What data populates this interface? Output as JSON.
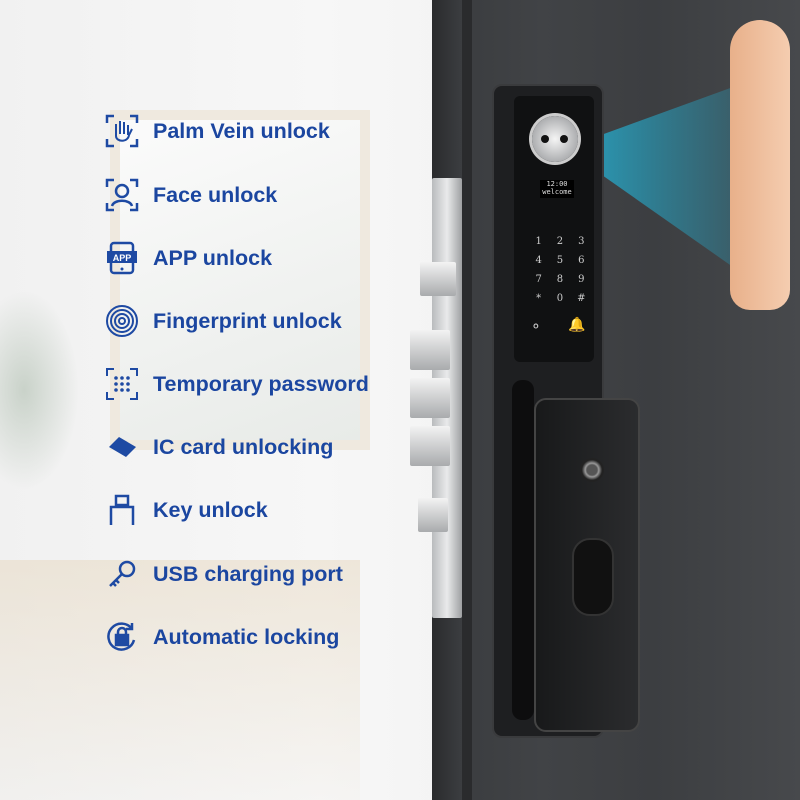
{
  "features": [
    {
      "label": "Palm Vein unlock",
      "icon": "palm-vein-icon"
    },
    {
      "label": "Face unlock",
      "icon": "face-scan-icon"
    },
    {
      "label": "APP unlock",
      "icon": "phone-app-icon",
      "icon_text": "APP"
    },
    {
      "label": "Fingerprint unlock",
      "icon": "fingerprint-icon"
    },
    {
      "label": "Temporary password",
      "icon": "keypad-grid-icon"
    },
    {
      "label": "IC card unlocking",
      "icon": "card-icon"
    },
    {
      "label": "Key unlock",
      "icon": "usb-connector-icon"
    },
    {
      "label": "USB charging port",
      "icon": "key-icon"
    },
    {
      "label": "Automatic locking",
      "icon": "auto-lock-icon"
    }
  ],
  "lock": {
    "time": "12:00",
    "welcome": "welcome",
    "keys": [
      "1",
      "2",
      "3",
      "4",
      "5",
      "6",
      "7",
      "8",
      "9",
      "*",
      "0",
      "#"
    ]
  },
  "colors": {
    "text": "#1b46a0",
    "door": "#3c3e41"
  }
}
